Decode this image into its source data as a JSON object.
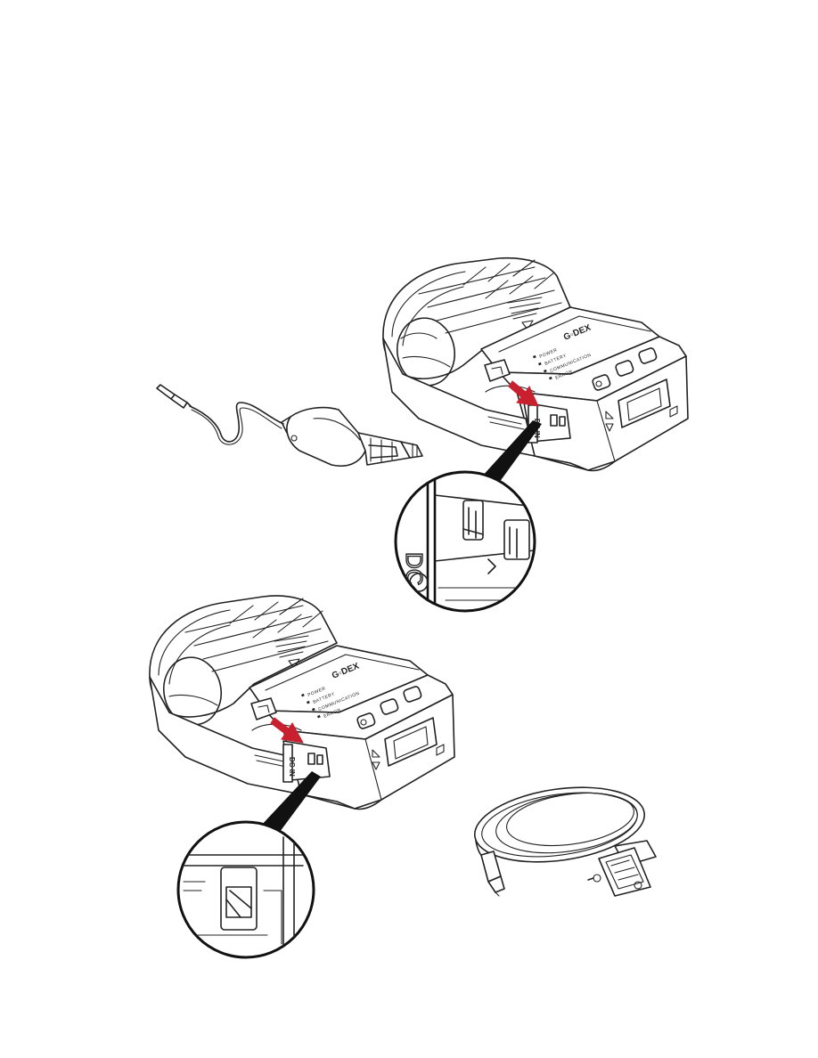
{
  "colors": {
    "arrow": "#c8202f",
    "line": "#222222",
    "background": "#ffffff"
  },
  "printer": {
    "brand": "G◦DEX",
    "port_label": "DC IN"
  },
  "led_labels": [
    "POWER",
    "BATTERY",
    "COMMUNICATION",
    "ERROR"
  ],
  "buttons": [
    "power-button",
    "feed-button",
    "menu-button"
  ],
  "zoom_inset": {
    "port_label": "DC"
  },
  "accessories": [
    "car-charger-adapter",
    "rs232-serial-cable"
  ]
}
